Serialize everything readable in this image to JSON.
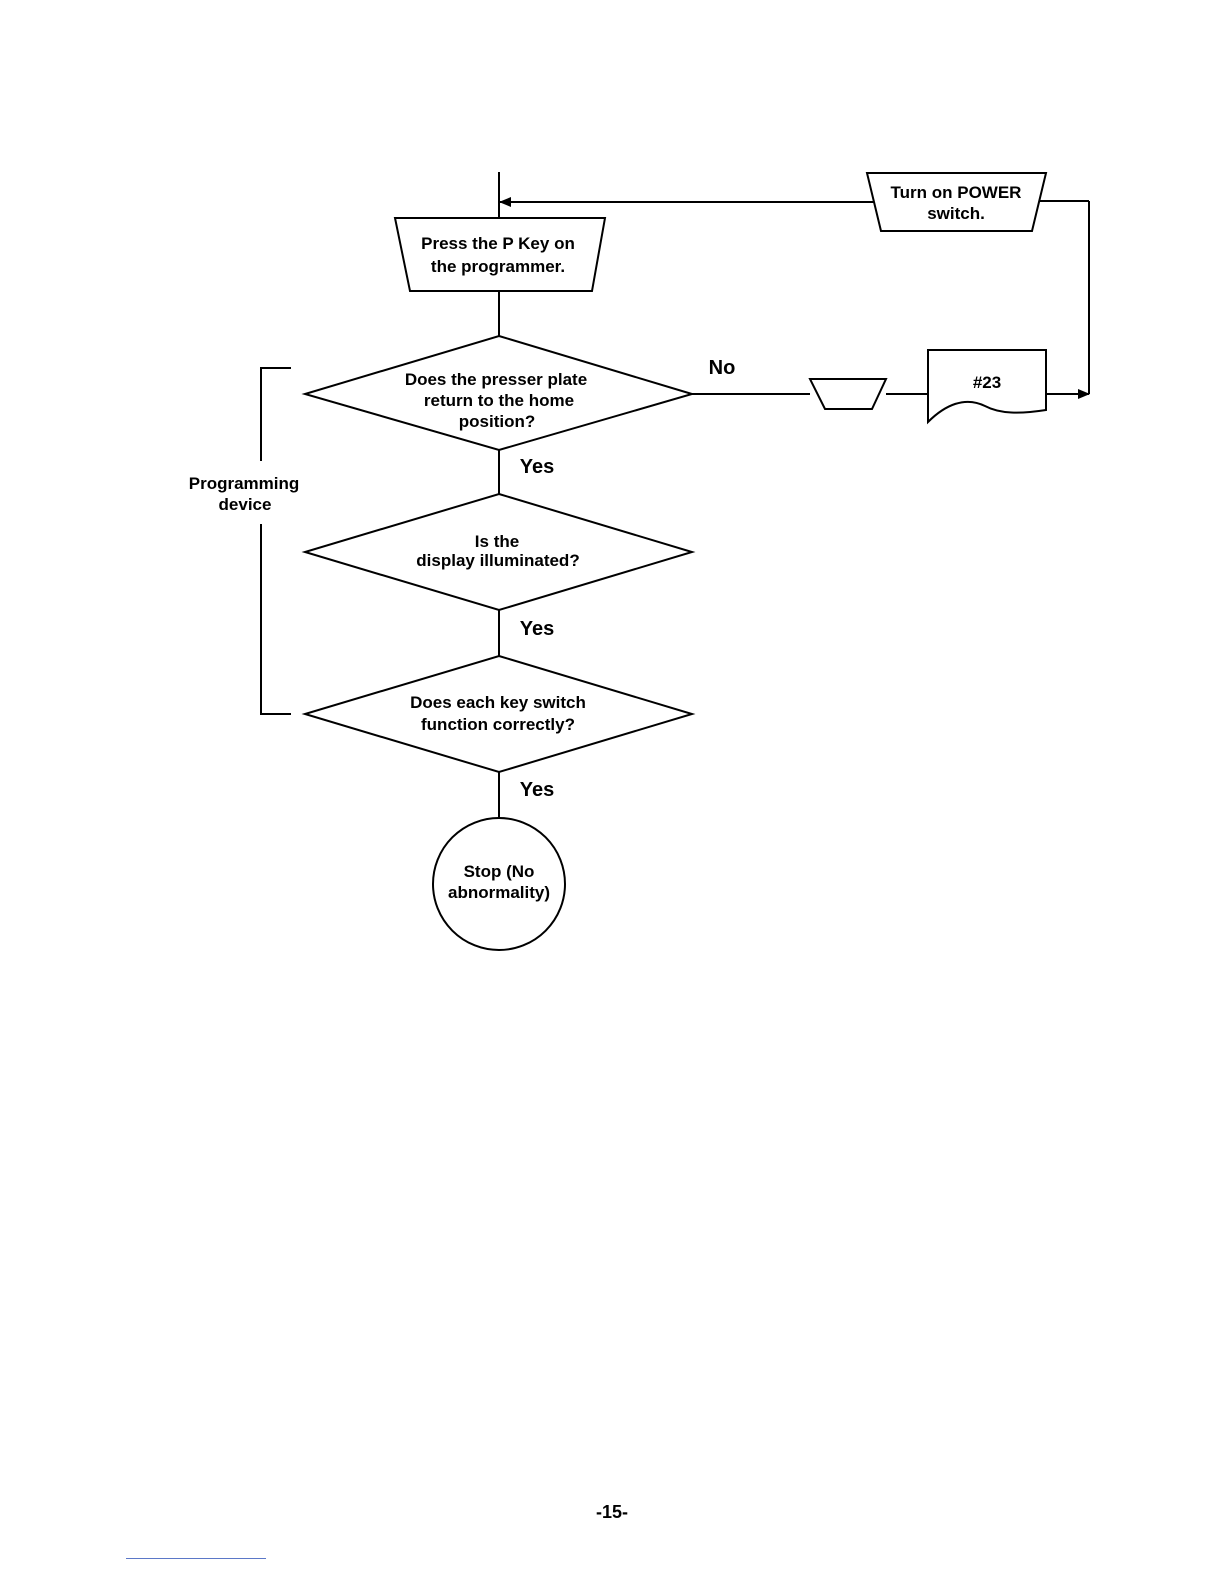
{
  "flowchart": {
    "power_box": {
      "line1": "Turn on POWER",
      "line2": "switch."
    },
    "p_key_box": {
      "line1": "Press the  P Key on",
      "line2": "the programmer."
    },
    "decision1": {
      "line1": "Does the presser plate",
      "line2": "return to the home",
      "line3": "position?"
    },
    "decision2": {
      "line1": "Is the",
      "line2": "display illuminated?"
    },
    "decision3": {
      "line1": "Does each key switch",
      "line2": "function correctly?"
    },
    "stop": {
      "line1": "Stop (No",
      "line2": "abnormality)"
    },
    "reference_doc": "#23",
    "no_label": "No",
    "yes_label_1": "Yes",
    "yes_label_2": "Yes",
    "yes_label_3": "Yes",
    "group_label": {
      "line1": "Programming",
      "line2": "device"
    }
  },
  "page": {
    "number": "-15-"
  }
}
